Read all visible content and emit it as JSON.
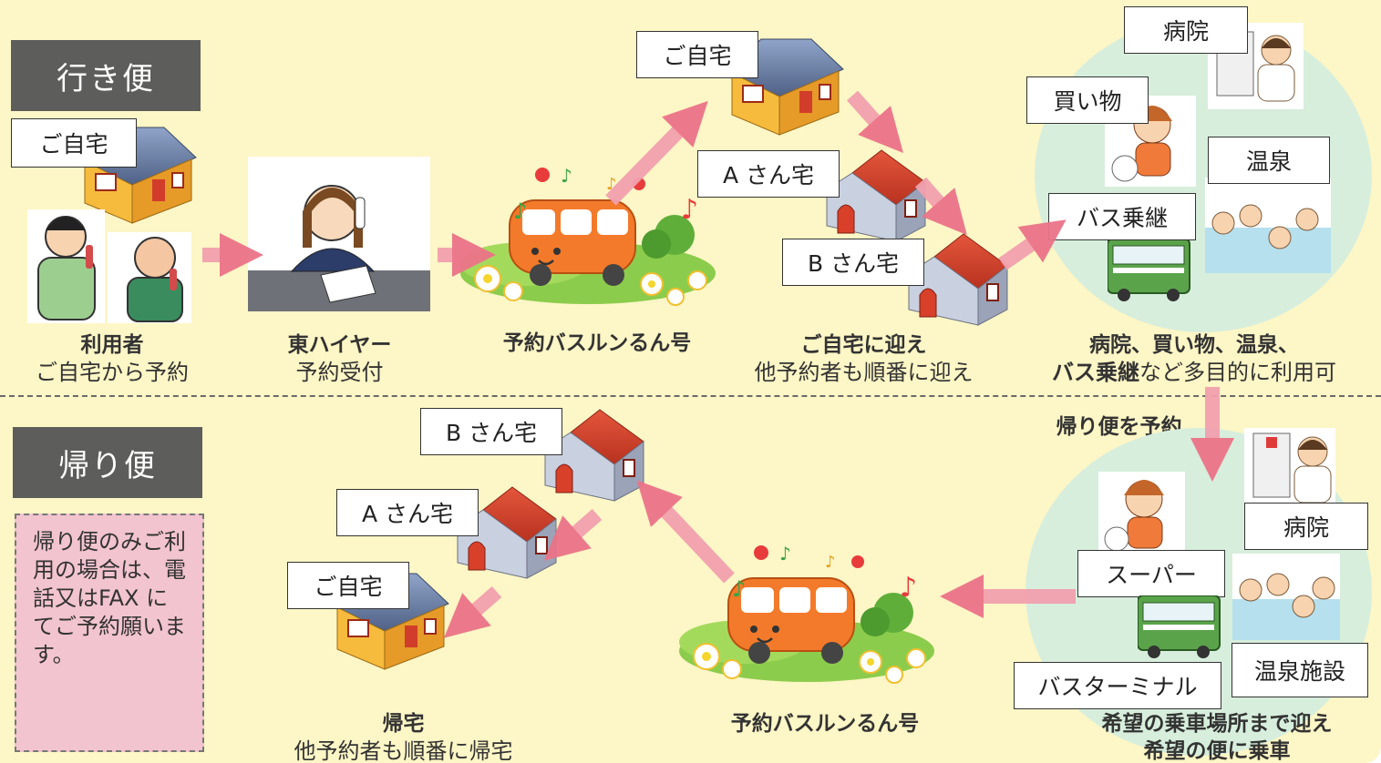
{
  "outbound": {
    "label": "行き便",
    "home_label": "ご自宅",
    "user_caption_bold": "利用者",
    "user_caption": "ご自宅から予約",
    "operator_caption_bold": "東ハイヤー",
    "operator_caption": "予約受付",
    "bus_caption": "予約バスルンるん号",
    "houses": [
      "ご自宅",
      "A さん宅",
      "B さん宅"
    ],
    "pickup_caption_bold": "ご自宅に迎え",
    "pickup_caption": "他予約者も順番に迎え",
    "destinations": [
      "病院",
      "買い物",
      "温泉",
      "バス乗継"
    ],
    "dest_caption_line1": "病院、買い物、温泉、",
    "dest_caption_line2_bold": "バス乗継",
    "dest_caption_line2": "など多目的に利用可"
  },
  "return_trip": {
    "label": "帰り便",
    "reserve_label": "帰り便を予約",
    "destinations": [
      "病院",
      "スーパー",
      "バスターミナル",
      "温泉施設"
    ],
    "pickup_caption_line1": "希望の乗車場所まで迎え",
    "pickup_caption_line2": "希望の便に乗車",
    "bus_caption": "予約バスルンるん号",
    "houses": [
      "B さん宅",
      "A さん宅",
      "ご自宅"
    ],
    "home_caption_bold": "帰宅",
    "home_caption": "他予約者も順番に帰宅",
    "note": "帰り便のみご利用の場合は、電話又はFAX にてご予約願います。"
  },
  "colors": {
    "background": "#fdf6c6",
    "label_bg": "#5d5d5b",
    "arrow": "#f08fa0",
    "circle": "#d7eedc",
    "note_bg": "#f2c4cf"
  }
}
